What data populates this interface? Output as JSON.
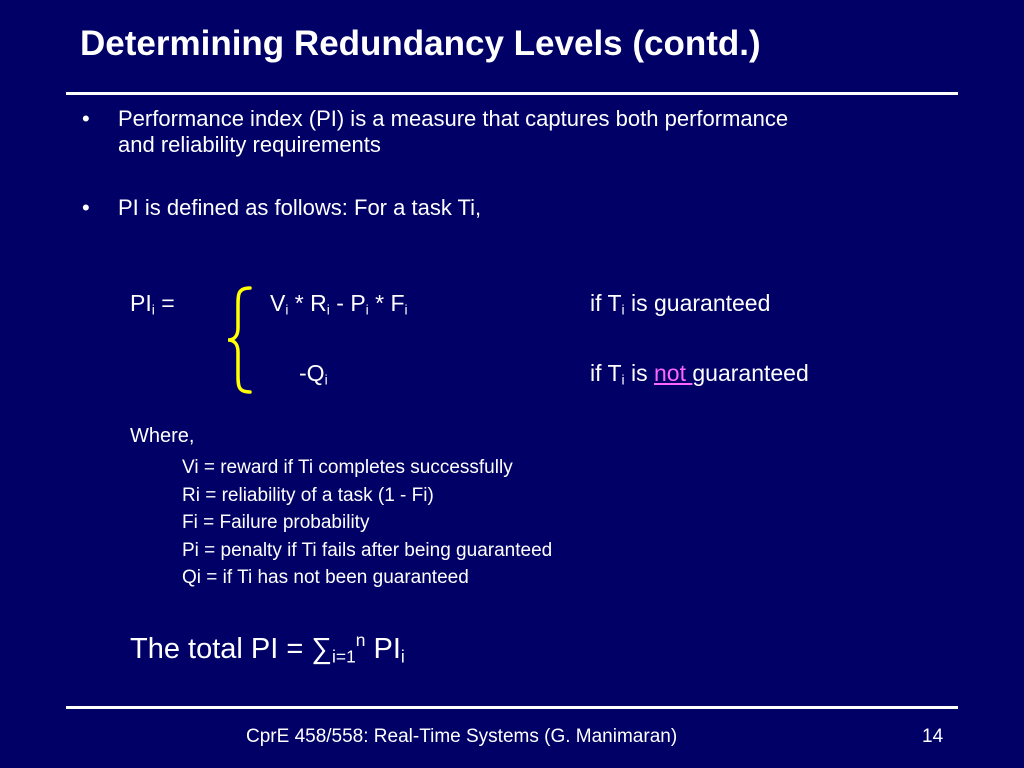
{
  "slide": {
    "title": "Determining Redundancy Levels (contd.)",
    "bullets": [
      {
        "marker": "•",
        "lines": [
          "Performance index (PI) is a measure that captures both performance",
          "and reliability requirements"
        ]
      },
      {
        "marker": "•",
        "lines": [
          "PI is defined as follows: For a task Ti,"
        ]
      }
    ],
    "equation": {
      "lhs_base": "PI",
      "lhs_sub": "i",
      "lhs_eq": "=",
      "case1_expr": {
        "v": "V",
        "v_sub": "i",
        "times1": " * ",
        "r": "R",
        "r_sub": "i",
        "minus": " - ",
        "p": "P",
        "p_sub": "i",
        "times2": " * ",
        "f": "F",
        "f_sub": "i"
      },
      "case1_cond": {
        "prefix": "if T",
        "sub": "i",
        "suffix": " is guaranteed"
      },
      "case2_expr": {
        "base": "-Q",
        "sub": "i"
      },
      "case2_cond": {
        "prefix": "if T",
        "sub": "i",
        "mid": " is ",
        "not_word": "not ",
        "suffix": "guaranteed"
      },
      "brace_color": "#ffff00"
    },
    "where_label": "Where,",
    "definitions": [
      "Vi = reward if Ti completes successfully",
      "Ri = reliability of a task (1 - Fi)",
      "Fi = Failure probability",
      "Pi = penalty if Ti fails after being guaranteed",
      "Qi = if Ti has not been guaranteed"
    ],
    "total": {
      "prefix": "The total PI = ",
      "sum_symbol": "∑",
      "sum_sub": "i=1",
      "sum_sup": "n",
      "term": " PI",
      "term_sub": "i"
    },
    "footer": {
      "course": "CprE 458/558: Real-Time Systems (G. Manimaran)",
      "page_number": "14"
    },
    "colors": {
      "background": "#000066",
      "text": "#ffffff",
      "accent_brace": "#ffff00",
      "not_word": "#ff66ff"
    }
  }
}
